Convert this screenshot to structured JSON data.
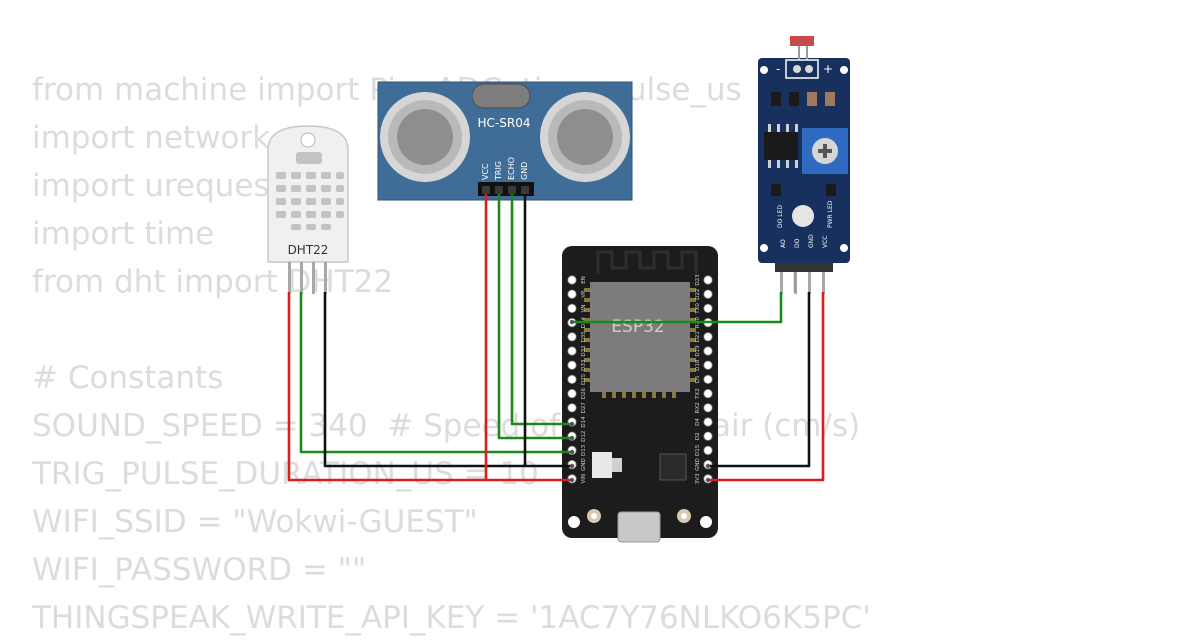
{
  "code_lines": [
    "from machine import Pin, ADC, time_pulse_us",
    "import network",
    "import urequests",
    "import time",
    "from dht import DHT22",
    "",
    "# Constants",
    "SOUND_SPEED = 340  # Speed of sound in air (cm/s)",
    "TRIG_PULSE_DURATION_US = 10",
    "WIFI_SSID = \"Wokwi-GUEST\"",
    "WIFI_PASSWORD = \"\"",
    "THINGSPEAK_WRITE_API_KEY = '1AC7Y76NLKO6K5PC'"
  ],
  "components": {
    "dht22": {
      "label": "DHT22"
    },
    "hcsr04": {
      "label": "HC-SR04",
      "pins": [
        "VCC",
        "TRIG",
        "ECHO",
        "GND"
      ]
    },
    "esp32": {
      "label": "ESP32",
      "left_pins": [
        "EN",
        "VP",
        "VN",
        "D34",
        "D35",
        "D32",
        "D33",
        "D25",
        "D26",
        "D27",
        "D14",
        "D12",
        "D13",
        "GND",
        "VIN"
      ],
      "right_pins": [
        "D23",
        "D22",
        "TX0",
        "RX0",
        "D21",
        "D19",
        "D18",
        "D5",
        "TX2",
        "RX2",
        "D4",
        "D2",
        "D15",
        "GND",
        "3V3"
      ]
    },
    "ldr_module": {
      "pins": [
        "AO",
        "DO",
        "GND",
        "VCC"
      ],
      "led_labels": [
        "DO LED",
        "PWR LED"
      ],
      "polarity": [
        "-",
        "+"
      ]
    }
  },
  "colors": {
    "wire_red": "#d81e1e",
    "wire_green": "#1a8a1a",
    "wire_black": "#111111",
    "wire_gray": "#999999",
    "esp32_board": "#1c1c1c",
    "hcsr04_board": "#3f6d98",
    "ldr_board": "#17305e"
  }
}
